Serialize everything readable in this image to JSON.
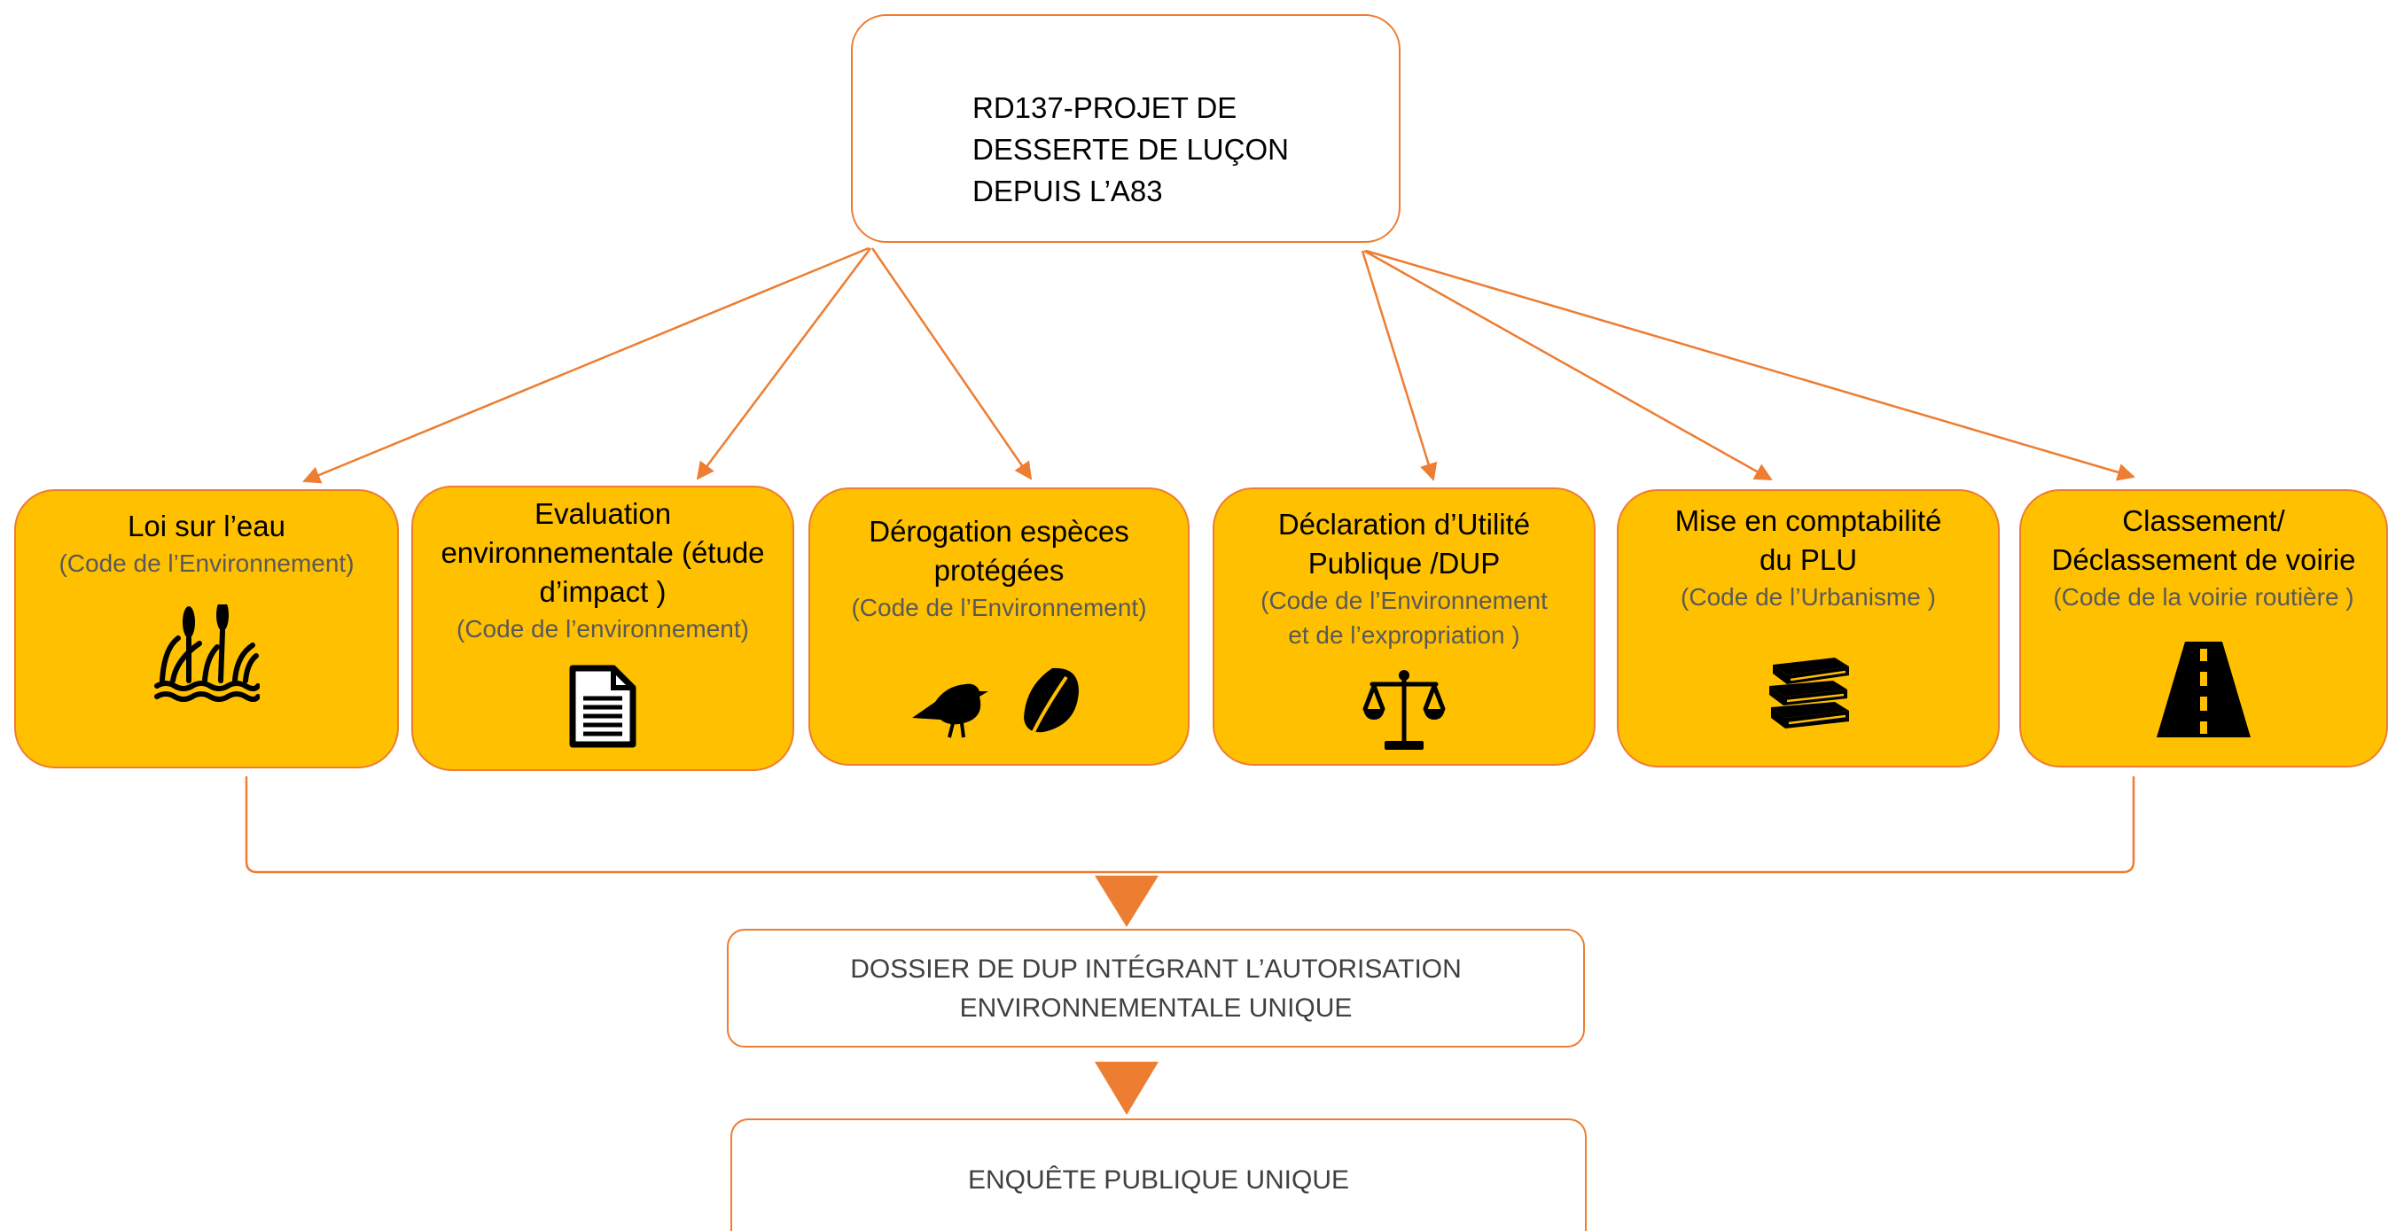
{
  "accent_color": "#ED7D31",
  "card_color": "#FFC000",
  "subtitle_color": "#595959",
  "top_box": {
    "lines": [
      "RD137-PROJET DE",
      "DESSERTE DE LUÇON",
      "DEPUIS L’A83"
    ]
  },
  "cards": [
    {
      "title": [
        "Loi sur l’eau"
      ],
      "subtitle": [
        "(Code de l’Environnement)"
      ],
      "icon": "wetland-reeds-icon"
    },
    {
      "title": [
        "Evaluation",
        "environnementale  (étude",
        "d’impact )"
      ],
      "subtitle": [
        "(Code de l’environnement)"
      ],
      "icon": "document-icon"
    },
    {
      "title": [
        "Dérogation espèces",
        "protégées"
      ],
      "subtitle": [
        "(Code de l’Environnement)"
      ],
      "icon": "bird-and-leaf-icon"
    },
    {
      "title": [
        "Déclaration d’Utilité",
        "Publique /DUP"
      ],
      "subtitle": [
        "(Code de l’Environnement",
        "et de l’expropriation )"
      ],
      "icon": "scales-icon"
    },
    {
      "title": [
        "Mise en comptabilité",
        "du PLU"
      ],
      "subtitle": [
        "(Code de l’Urbanisme )"
      ],
      "icon": "books-icon"
    },
    {
      "title": [
        "Classement/",
        "Déclassement de voirie"
      ],
      "subtitle": [
        "(Code de la voirie routière )"
      ],
      "icon": "road-icon"
    }
  ],
  "dossier_box": {
    "lines": [
      "DOSSIER DE DUP INTÉGRANT L’AUTORISATION",
      "ENVIRONNEMENTALE UNIQUE"
    ]
  },
  "enquete_box": {
    "text": "ENQUÊTE PUBLIQUE UNIQUE"
  }
}
